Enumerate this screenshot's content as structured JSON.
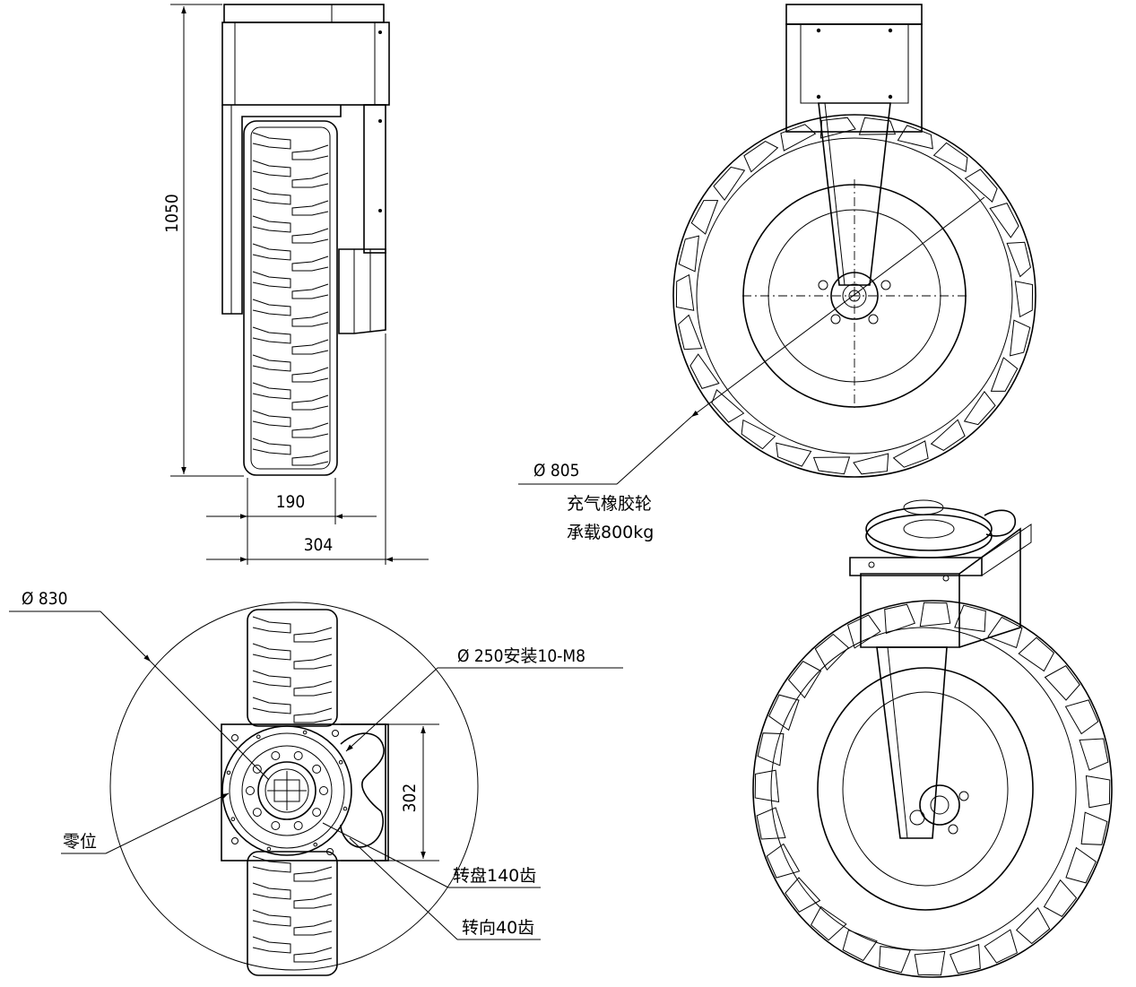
{
  "dimensions": {
    "height_1050": "1050",
    "width_190": "190",
    "width_304": "304",
    "dia_805": "Ø 805",
    "dia_830": "Ø 830",
    "mount_250": "Ø 250安装10-M8",
    "size_302": "302"
  },
  "labels": {
    "tire_line1": "充气橡胶轮",
    "tire_line2": "承载800kg",
    "zero_pos": "零位",
    "turntable": "转盘140齿",
    "steering": "转向40齿"
  }
}
